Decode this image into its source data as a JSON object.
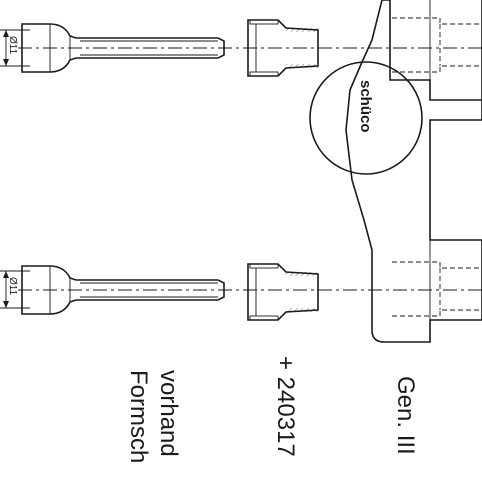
{
  "dimensions": {
    "upper_diameter": "Ø11",
    "lower_diameter": "Ø11"
  },
  "logo_text": "schüco",
  "labels": {
    "generation": "Gen. III",
    "part_number": "+ 240317",
    "note_line1": "vorhand",
    "note_line2": "Formsch"
  }
}
